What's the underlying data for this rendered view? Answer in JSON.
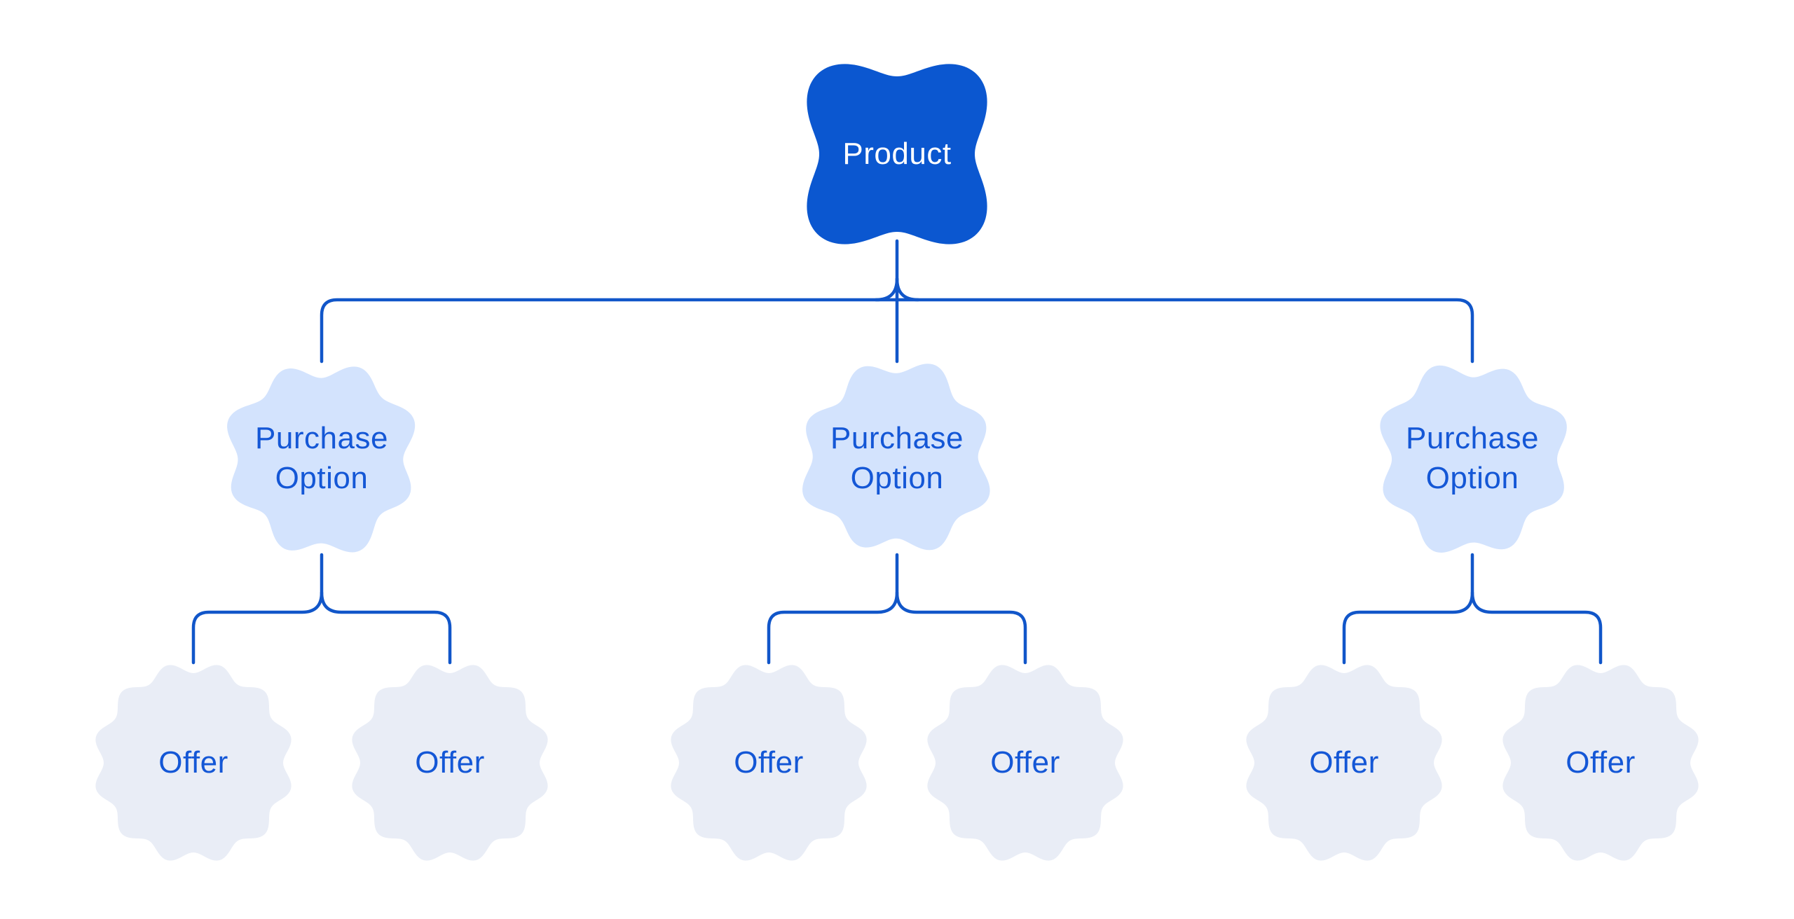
{
  "diagram": {
    "description": "Product hierarchy tree diagram",
    "colors": {
      "background": "#ffffff",
      "product_fill": "#0b57d0",
      "product_text": "#ffffff",
      "purchase_fill": "#d3e3fd",
      "offer_fill": "#e9edf6",
      "label_text": "#1457d6",
      "connector": "#1156c9"
    },
    "root": {
      "label": "Product"
    },
    "purchase_options": [
      {
        "label": "Purchase Option",
        "offers": [
          {
            "label": "Offer"
          },
          {
            "label": "Offer"
          }
        ]
      },
      {
        "label": "Purchase Option",
        "offers": [
          {
            "label": "Offer"
          },
          {
            "label": "Offer"
          }
        ]
      },
      {
        "label": "Purchase Option",
        "offers": [
          {
            "label": "Offer"
          },
          {
            "label": "Offer"
          }
        ]
      }
    ]
  }
}
